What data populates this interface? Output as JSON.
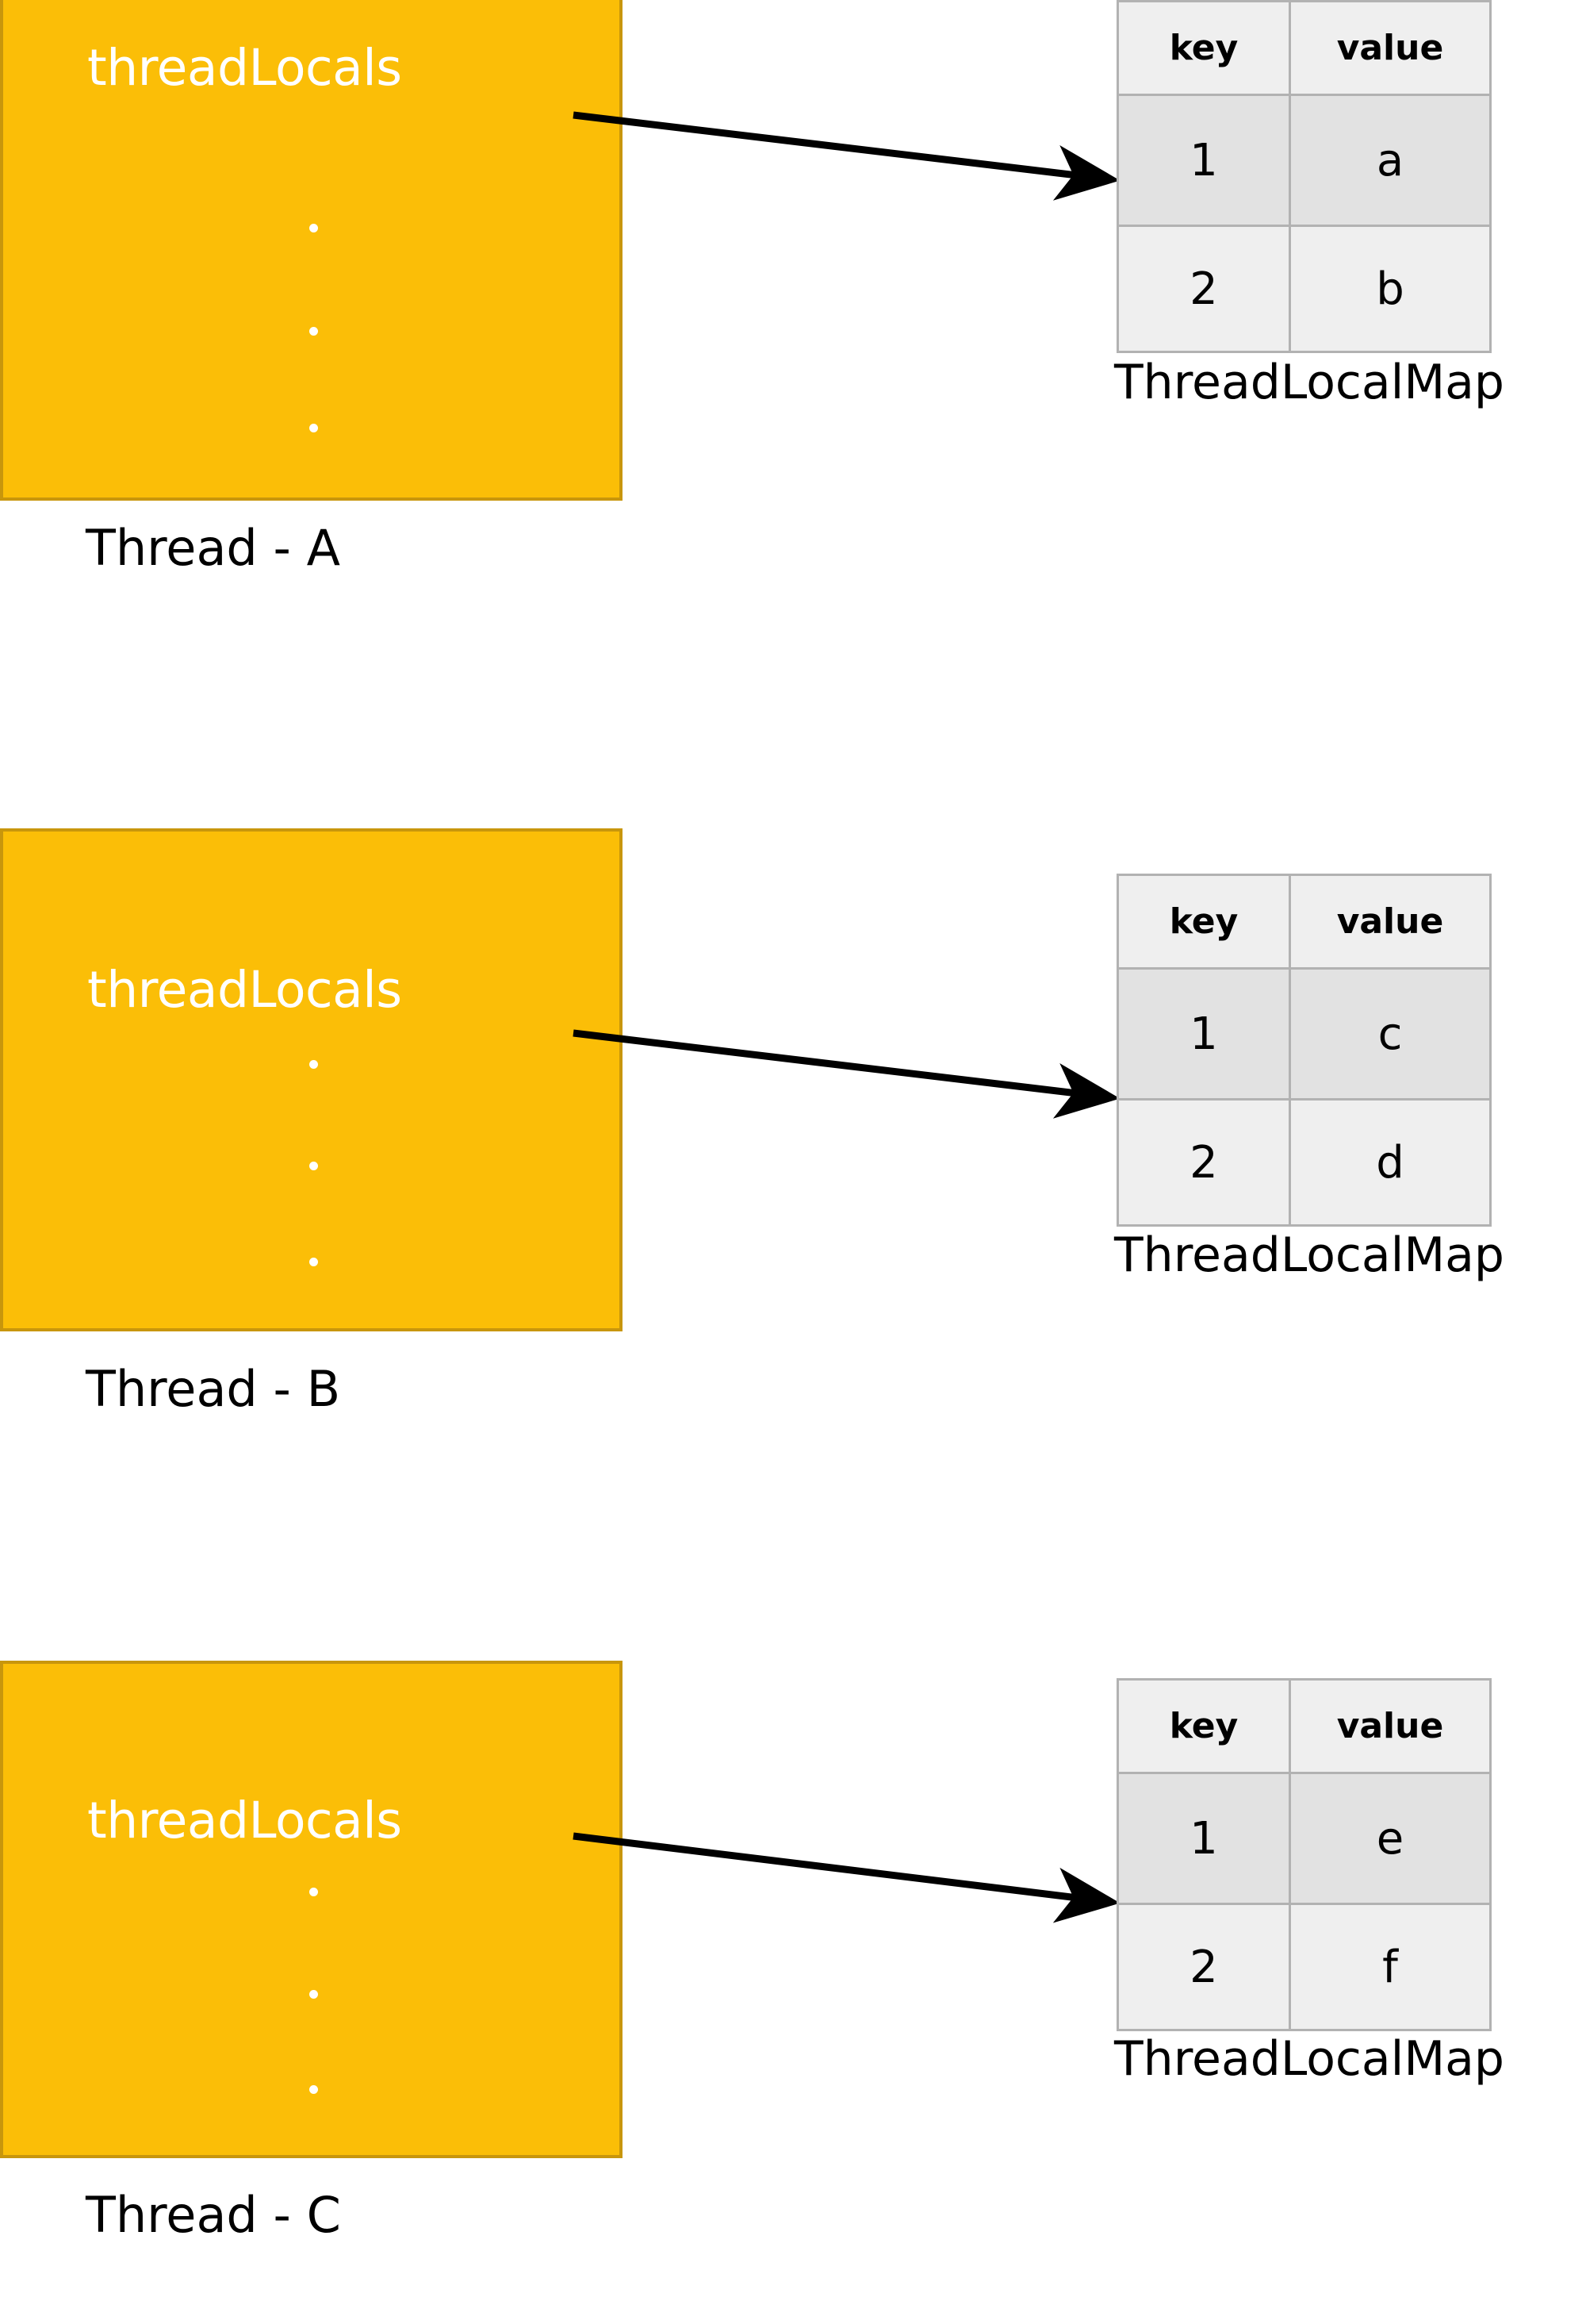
{
  "diagram": {
    "title": "ThreadLocal per-thread ThreadLocalMap diagram",
    "colors": {
      "thread_box_fill": "#FBBE07",
      "thread_box_border": "#C8960C",
      "thread_box_text": "#FFFFFF",
      "table_header_bg": "#EFEFEF",
      "table_row_highlight_bg": "#E2E2E2",
      "table_row_bg": "#EFEFEF",
      "table_border": "#B2B2B2",
      "arrow": "#000000",
      "label_text": "#000000",
      "page_background": "#FFFFFF"
    },
    "table_headers": [
      "key",
      "value"
    ],
    "ellipsis_dots": 3,
    "threads": [
      {
        "box_label": "threadLocals",
        "name": "Thread - A",
        "map_caption": "ThreadLocalMap",
        "rows": [
          {
            "key": "1",
            "value": "a",
            "highlighted": true
          },
          {
            "key": "2",
            "value": "b",
            "highlighted": false
          }
        ]
      },
      {
        "box_label": "threadLocals",
        "name": "Thread - B",
        "map_caption": "ThreadLocalMap",
        "rows": [
          {
            "key": "1",
            "value": "c",
            "highlighted": true
          },
          {
            "key": "2",
            "value": "d",
            "highlighted": false
          }
        ]
      },
      {
        "box_label": "threadLocals",
        "name": "Thread - C",
        "map_caption": "ThreadLocalMap",
        "rows": [
          {
            "key": "1",
            "value": "e",
            "highlighted": true
          },
          {
            "key": "2",
            "value": "f",
            "highlighted": false
          }
        ]
      }
    ]
  }
}
